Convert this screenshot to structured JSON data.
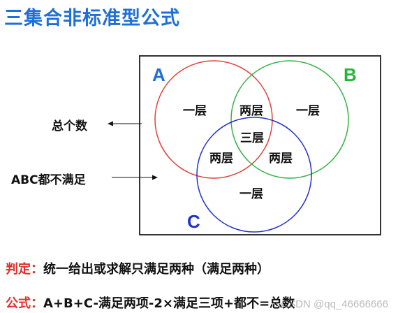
{
  "title": "三集合非标准型公式",
  "sets": {
    "a": {
      "label": "A",
      "color": "#1f6fd8",
      "circle_color": "#e0443a"
    },
    "b": {
      "label": "B",
      "color": "#1fb832",
      "circle_color": "#38b34a"
    },
    "c": {
      "label": "C",
      "color": "#2233cc",
      "circle_color": "#2233cc"
    }
  },
  "regions": {
    "a_only": "一层",
    "b_only": "一层",
    "c_only": "一层",
    "ab": "两层",
    "ac": "两层",
    "bc": "两层",
    "abc": "三层"
  },
  "annotations": {
    "total": "总个数",
    "none": "ABC都不满足"
  },
  "judgement": {
    "key": "判定：",
    "text": "统一给出或求解只满足两种（满足两种）"
  },
  "formula": {
    "key": "公式：",
    "text": "A+B+C-满足两项-2×满足三项+都不=总数"
  },
  "watermark": "CSDN @qq_46666666"
}
